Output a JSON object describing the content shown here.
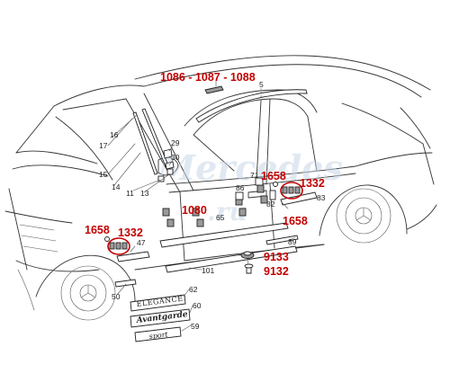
{
  "diagram": {
    "callouts": {
      "roof_parts": "1086 - 1087 - 1088",
      "door_trim": "1080",
      "clip_front": "1658",
      "clamp_front": "1332",
      "clip_rear": "1658",
      "clamp_rear": "1332",
      "rear_lower": "1658",
      "grommet": "9133",
      "screw": "9132"
    },
    "part_numbers": {
      "p5": "5",
      "p17": "17",
      "p16": "16",
      "p15": "15",
      "p14": "14",
      "p11": "11",
      "p13": "13",
      "p29": "29",
      "p30": "30",
      "p65": "65",
      "p86": "86",
      "p71": "71",
      "p82": "82",
      "p83": "83",
      "p89": "89",
      "p47": "47",
      "p101": "101",
      "p50": "50",
      "p62": "62",
      "p60": "60",
      "p59": "59"
    },
    "emblems": {
      "elegance": "ELEGANCE",
      "avantgarde": "Avantgarde",
      "sport": "sport"
    }
  }
}
